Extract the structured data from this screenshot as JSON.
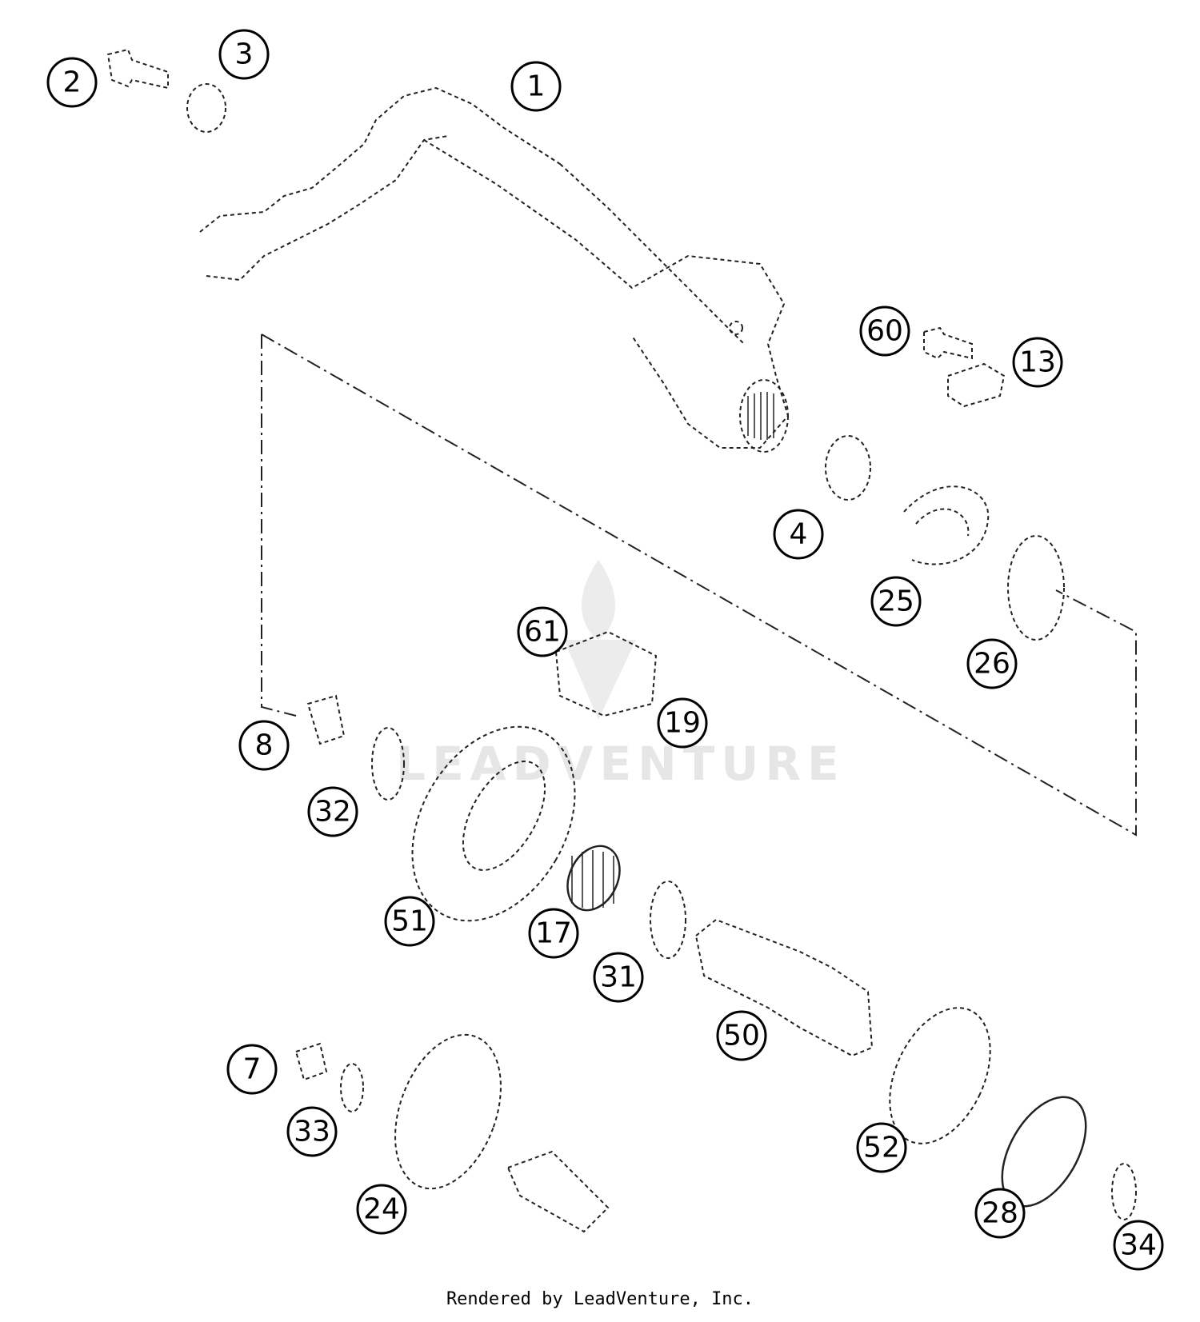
{
  "diagram": {
    "watermark_text": "LEADVENTURE",
    "callouts": [
      "1",
      "2",
      "3",
      "4",
      "7",
      "8",
      "13",
      "17",
      "19",
      "24",
      "25",
      "26",
      "28",
      "31",
      "32",
      "33",
      "34",
      "50",
      "51",
      "52",
      "60",
      "61"
    ]
  },
  "footer": {
    "credit": "Rendered by LeadVenture, Inc."
  }
}
